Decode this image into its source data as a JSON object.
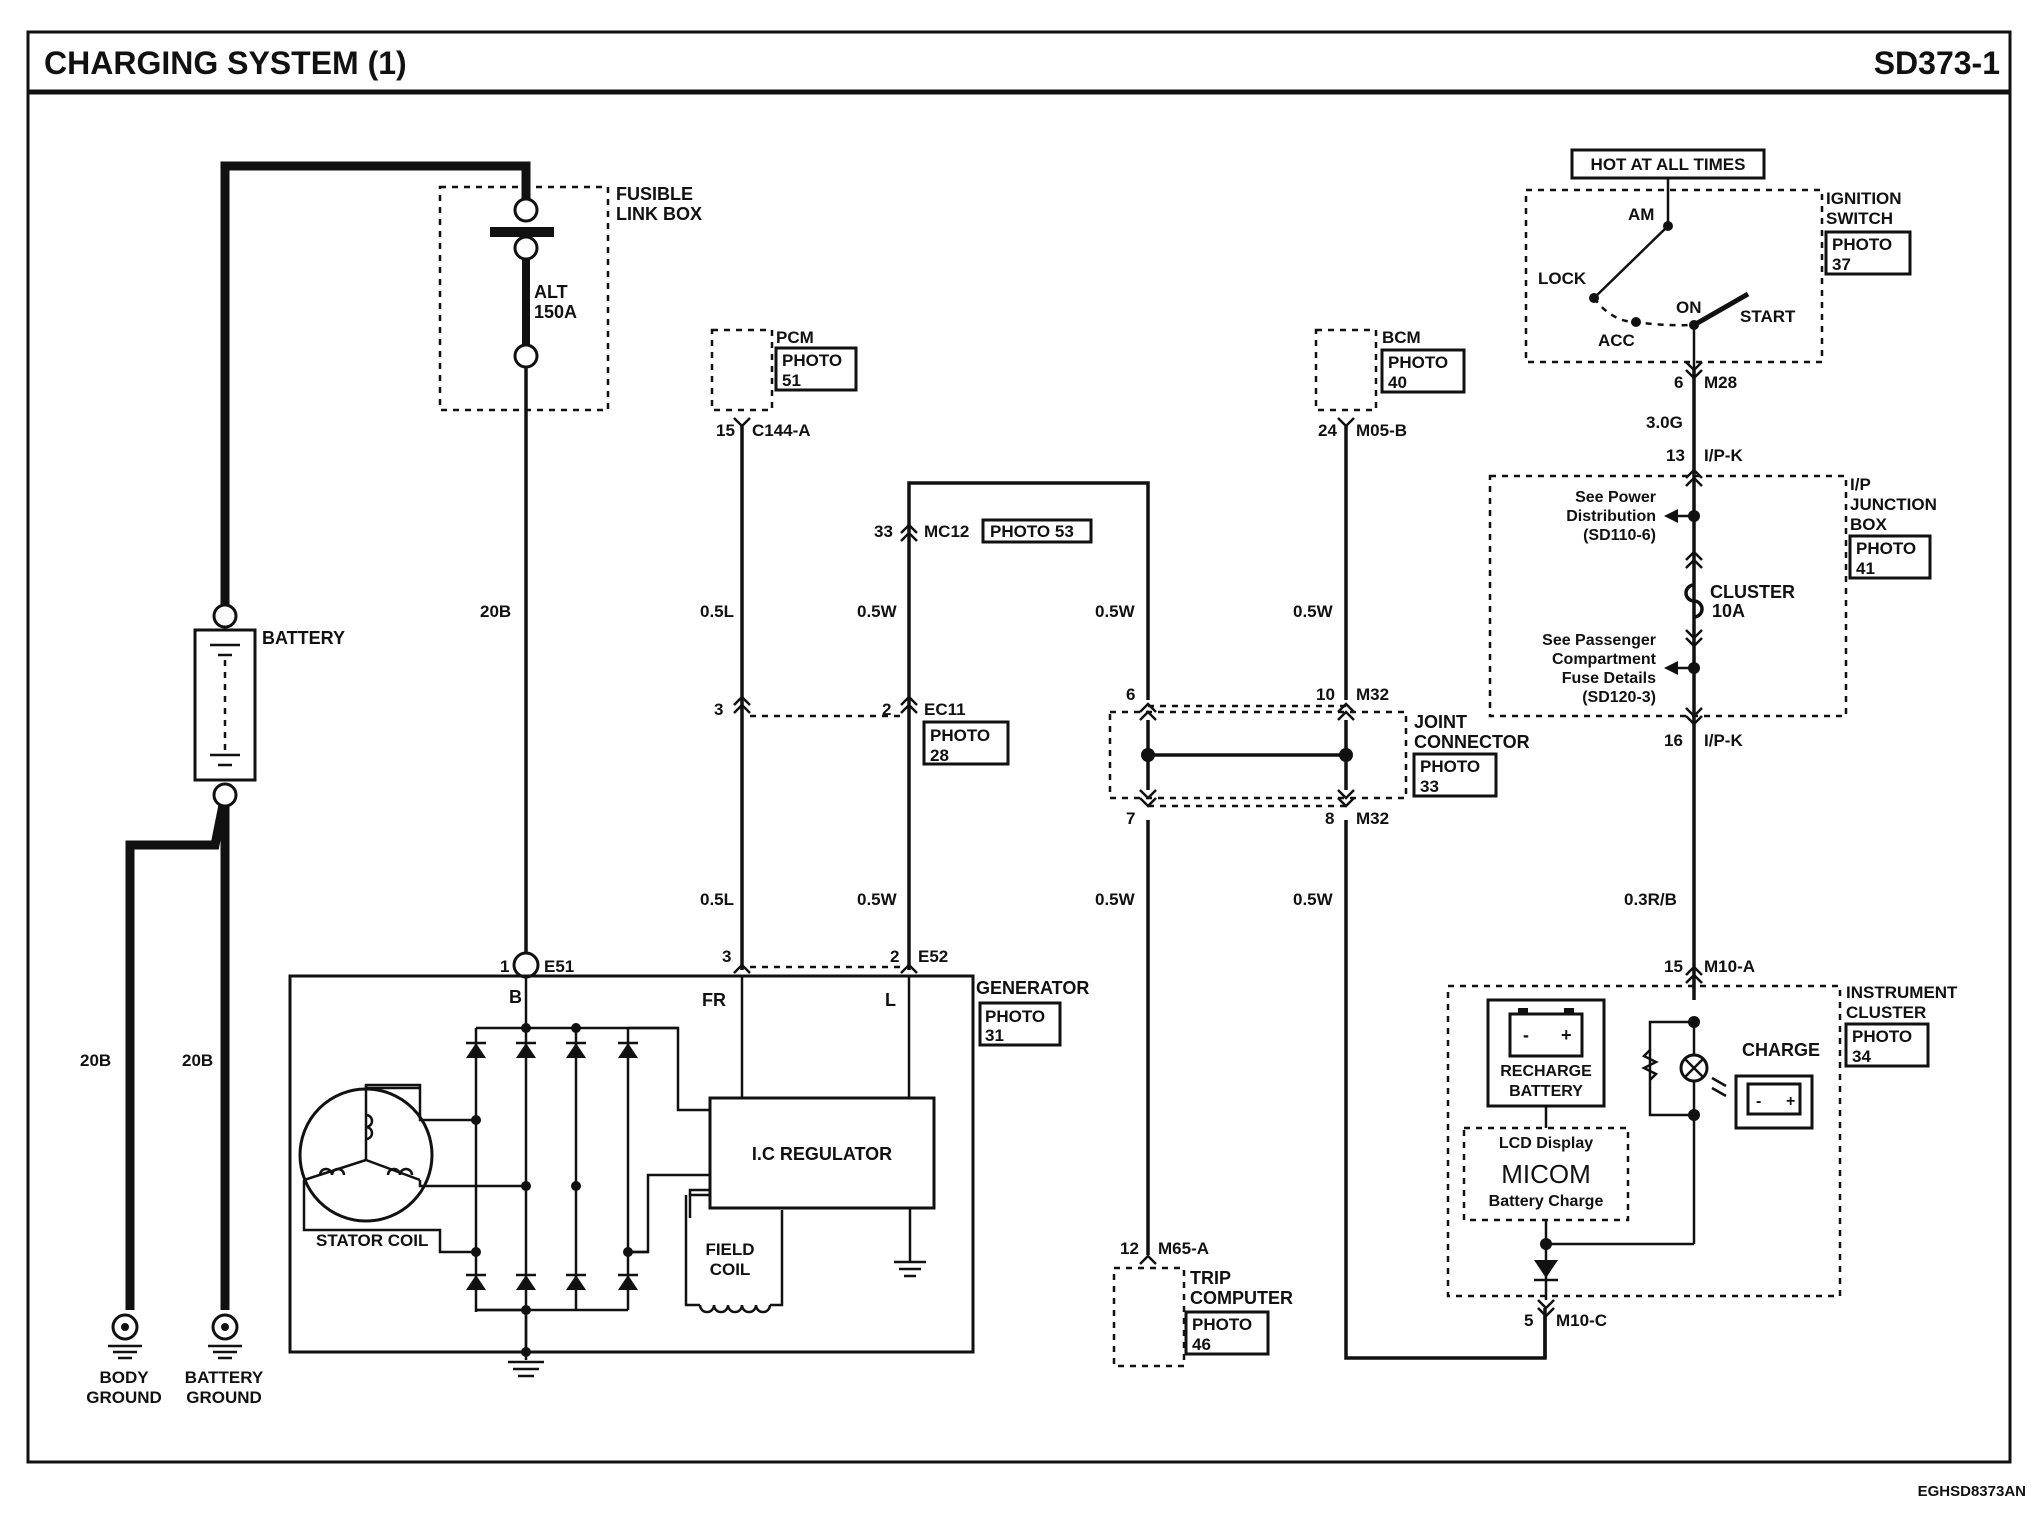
{
  "header": {
    "title": "CHARGING SYSTEM (1)",
    "page_code": "SD373-1"
  },
  "footer": {
    "drawing_id": "EGHSD8373AN"
  },
  "components": {
    "fusible_link_box": {
      "line1": "FUSIBLE",
      "line2": "LINK BOX",
      "fuse_name": "ALT",
      "fuse_rating": "150A"
    },
    "battery": {
      "label": "BATTERY"
    },
    "body_ground": {
      "line1": "BODY",
      "line2": "GROUND"
    },
    "battery_ground": {
      "line1": "BATTERY",
      "line2": "GROUND"
    },
    "pcm": {
      "label": "PCM",
      "photo1": "PHOTO",
      "photo2": "51"
    },
    "bcm": {
      "label": "BCM",
      "photo1": "PHOTO",
      "photo2": "40"
    },
    "ignition_switch": {
      "hot": "HOT AT ALL TIMES",
      "line1": "IGNITION",
      "line2": "SWITCH",
      "photo1": "PHOTO",
      "photo2": "37",
      "am": "AM",
      "lock": "LOCK",
      "acc": "ACC",
      "on": "ON",
      "start": "START"
    },
    "ip_junction_box": {
      "line1": "I/P",
      "line2": "JUNCTION",
      "line3": "BOX",
      "photo1": "PHOTO",
      "photo2": "41",
      "see_power1": "See Power",
      "see_power2": "Distribution",
      "see_power3": "(SD110-6)",
      "fuse_name": "CLUSTER",
      "fuse_rating": "10A",
      "see_pass1": "See Passenger",
      "see_pass2": "Compartment",
      "see_pass3": "Fuse Details",
      "see_pass4": "(SD120-3)"
    },
    "joint_connector": {
      "line1": "JOINT",
      "line2": "CONNECTOR",
      "photo1": "PHOTO",
      "photo2": "33"
    },
    "generator": {
      "label": "GENERATOR",
      "photo1": "PHOTO",
      "photo2": "31",
      "term_b": "B",
      "term_fr": "FR",
      "term_l": "L",
      "stator": "STATOR COIL",
      "regulator": "I.C REGULATOR",
      "field1": "FIELD",
      "field2": "COIL"
    },
    "trip_computer": {
      "line1": "TRIP",
      "line2": "COMPUTER",
      "photo1": "PHOTO",
      "photo2": "46"
    },
    "instrument_cluster": {
      "line1": "INSTRUMENT",
      "line2": "CLUSTER",
      "photo1": "PHOTO",
      "photo2": "34",
      "recharge1": "RECHARGE",
      "recharge2": "BATTERY",
      "charge": "CHARGE",
      "lcd": "LCD Display",
      "micom": "MICOM",
      "battery_charge": "Battery Charge"
    },
    "ec11_photo": {
      "photo1": "PHOTO",
      "photo2": "28"
    },
    "mc12_photo": "PHOTO 53"
  },
  "connectors": {
    "c144a": {
      "pin": "15",
      "name": "C144-A"
    },
    "mc12": {
      "pin": "33",
      "name": "MC12"
    },
    "m05b": {
      "pin": "24",
      "name": "M05-B"
    },
    "m28": {
      "pin": "6",
      "name": "M28"
    },
    "ipk_top": {
      "pin": "13",
      "name": "I/P-K"
    },
    "ipk_bot": {
      "pin": "16",
      "name": "I/P-K"
    },
    "ec11_a": {
      "pin": "3"
    },
    "ec11_b": {
      "pin": "2",
      "name": "EC11"
    },
    "m32_a": {
      "pin": "6"
    },
    "m32_b": {
      "pin": "10",
      "name": "M32"
    },
    "m32_c": {
      "pin": "7"
    },
    "m32_d": {
      "pin": "8",
      "name": "M32"
    },
    "e51": {
      "pin": "1",
      "name": "E51"
    },
    "e52_a": {
      "pin": "3"
    },
    "e52_b": {
      "pin": "2",
      "name": "E52"
    },
    "m10a": {
      "pin": "15",
      "name": "M10-A"
    },
    "m65a": {
      "pin": "12",
      "name": "M65-A"
    },
    "m10c": {
      "pin": "5",
      "name": "M10-C"
    }
  },
  "wires": {
    "fuse_out": "20B",
    "ground_body": "20B",
    "ground_batt": "20B",
    "pcm_upper": "0.5L",
    "pcm_lower": "0.5L",
    "mc12_upper": "0.5W",
    "mc12_lower": "0.5W",
    "jc_in_left": "0.5W",
    "jc_in_right": "0.5W",
    "jc_out_left": "0.5W",
    "jc_out_right": "0.5W",
    "ign_out": "3.0G",
    "cluster_in": "0.3R/B"
  }
}
